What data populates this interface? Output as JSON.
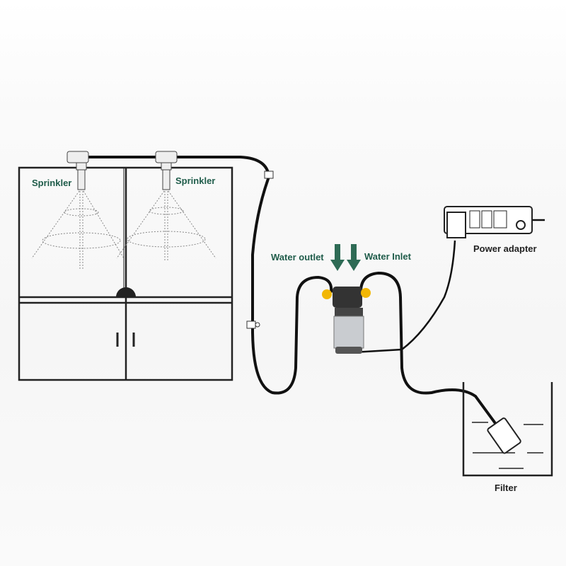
{
  "labels": {
    "sprinkler_left": "Sprinkler",
    "sprinkler_right": "Sprinkler",
    "water_outlet": "Water outlet",
    "water_inlet": "Water Inlet",
    "power_adapter": "Power adapter",
    "filter": "Filter"
  },
  "colors": {
    "label": "#1f5c4a",
    "arrow": "#2e6b55",
    "pipe": "#111111",
    "pump_cap": "#f2b705"
  }
}
